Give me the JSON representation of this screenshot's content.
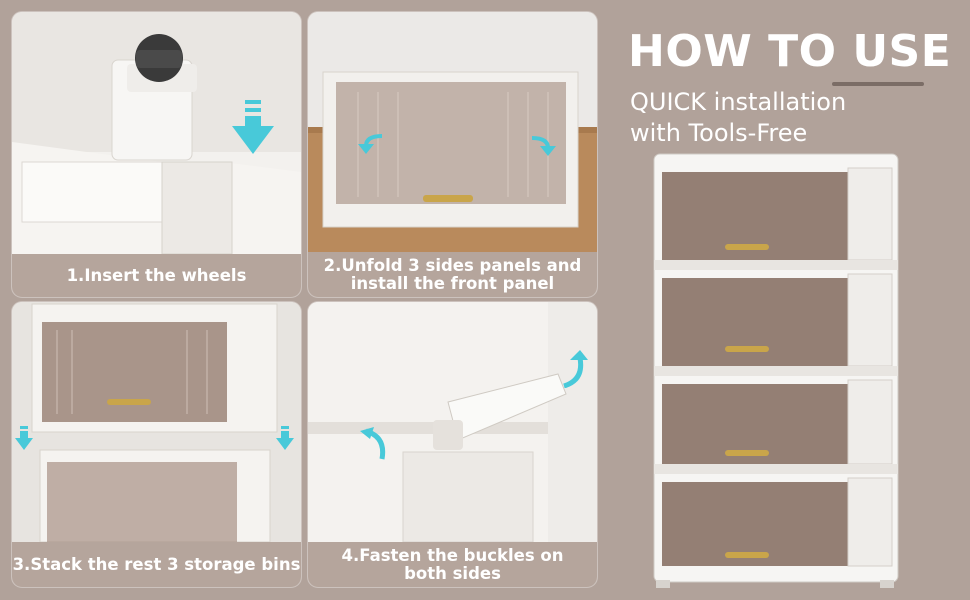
{
  "header": {
    "title": "HOW TO USE",
    "subtitle_line1": "QUICK installation",
    "subtitle_line2": "with Tools-Free"
  },
  "steps": [
    {
      "label": "1.Insert the wheels"
    },
    {
      "label": "2.Unfold 3 sides panels and\ninstall the front panel"
    },
    {
      "label": "3.Stack the rest 3 storage bins"
    },
    {
      "label": "4.Fasten the buckles on\nboth sides"
    }
  ],
  "colors": {
    "background": "#b1a29a",
    "caption_bg": "#b5a59c",
    "arrow": "#48c9d9",
    "bin_white": "#f4f2ef",
    "panel_smoke": "#8b7466",
    "handle_gold": "#c9a54a"
  },
  "icons": [
    "down-arrow-icon",
    "curved-arrow-icon"
  ]
}
